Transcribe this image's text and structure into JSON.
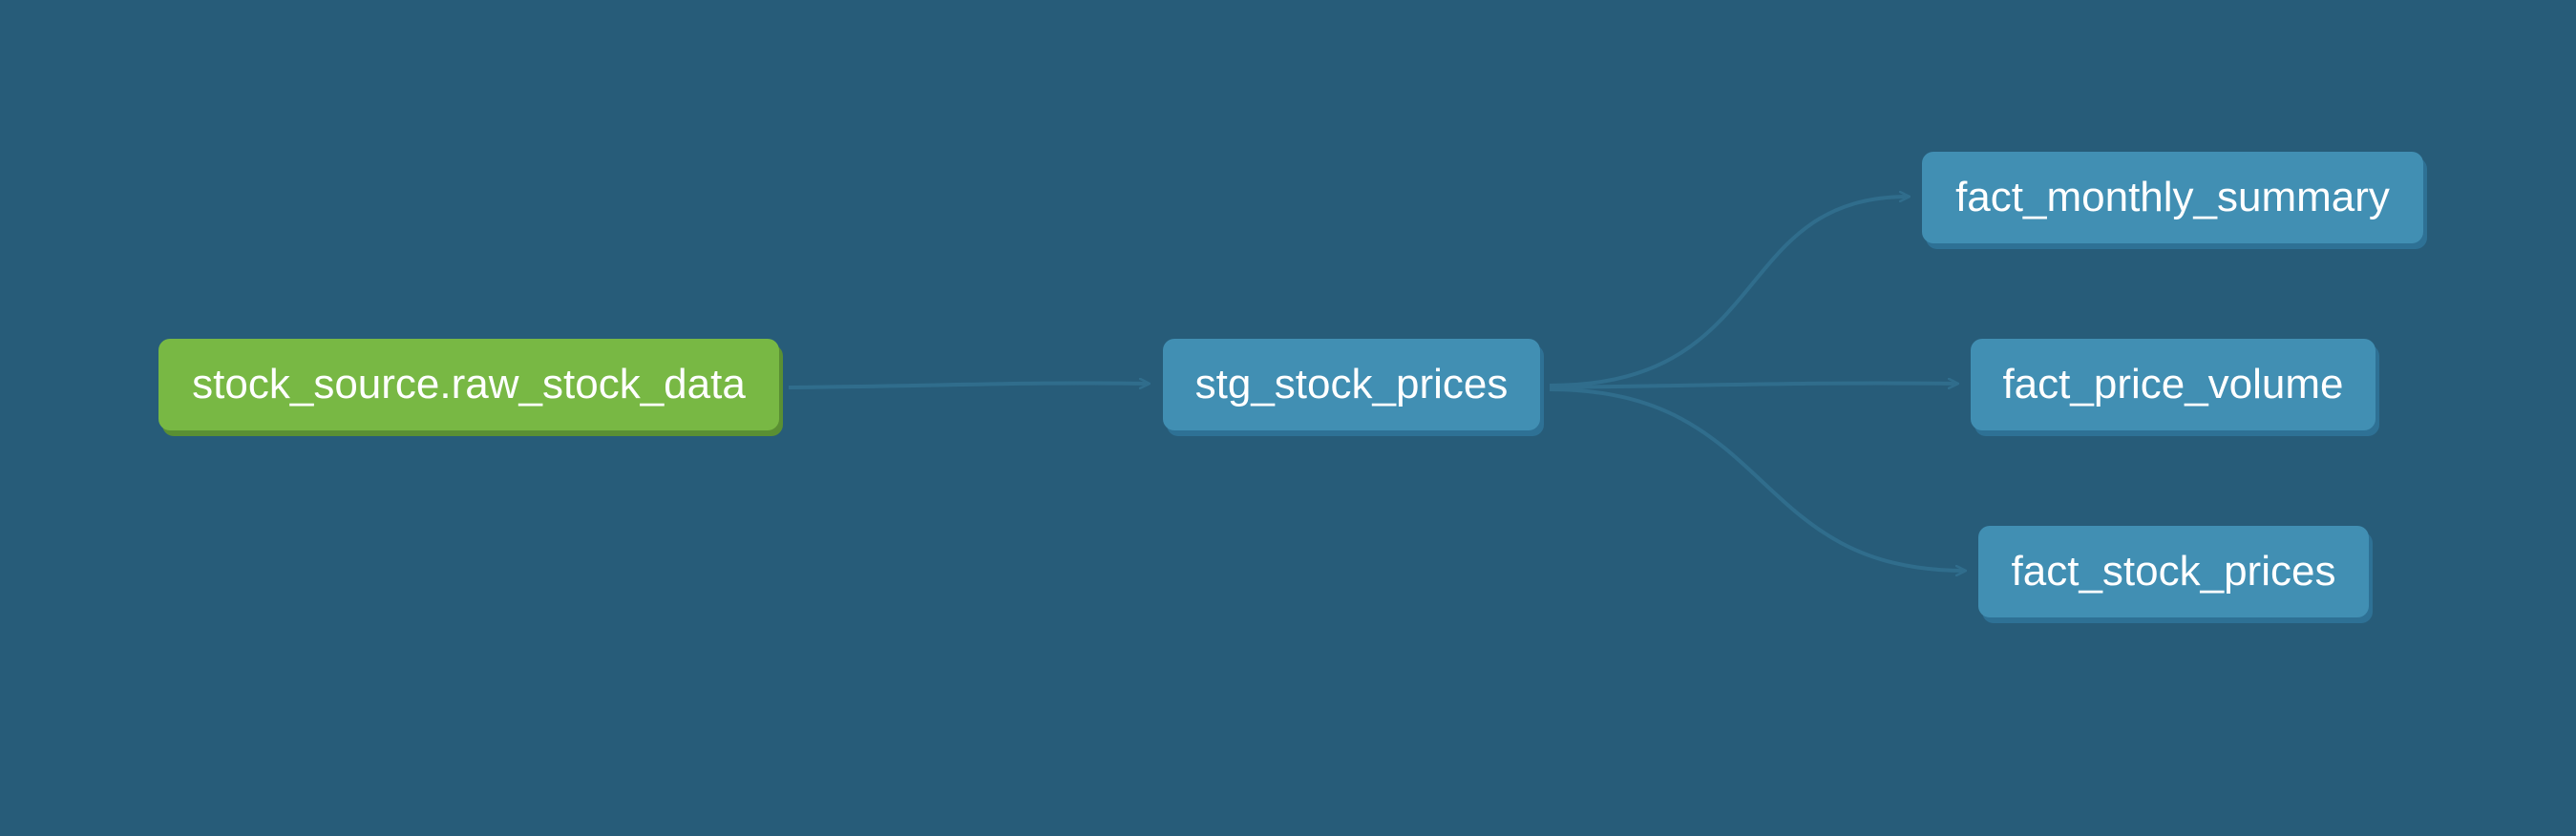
{
  "nodes": {
    "source": {
      "label": "stock_source.raw_stock_data",
      "kind": "source"
    },
    "stg": {
      "label": "stg_stock_prices",
      "kind": "model"
    },
    "monthly": {
      "label": "fact_monthly_summary",
      "kind": "model"
    },
    "price_volume": {
      "label": "fact_price_volume",
      "kind": "model"
    },
    "stock_prices": {
      "label": "fact_stock_prices",
      "kind": "model"
    }
  },
  "edges": [
    {
      "from": "source",
      "to": "stg"
    },
    {
      "from": "stg",
      "to": "monthly"
    },
    {
      "from": "stg",
      "to": "price_volume"
    },
    {
      "from": "stg",
      "to": "stock_prices"
    }
  ],
  "colors": {
    "background": "#275c79",
    "source_node": "#78b844",
    "model_node": "#418fb3",
    "edge": "#306d8c"
  }
}
